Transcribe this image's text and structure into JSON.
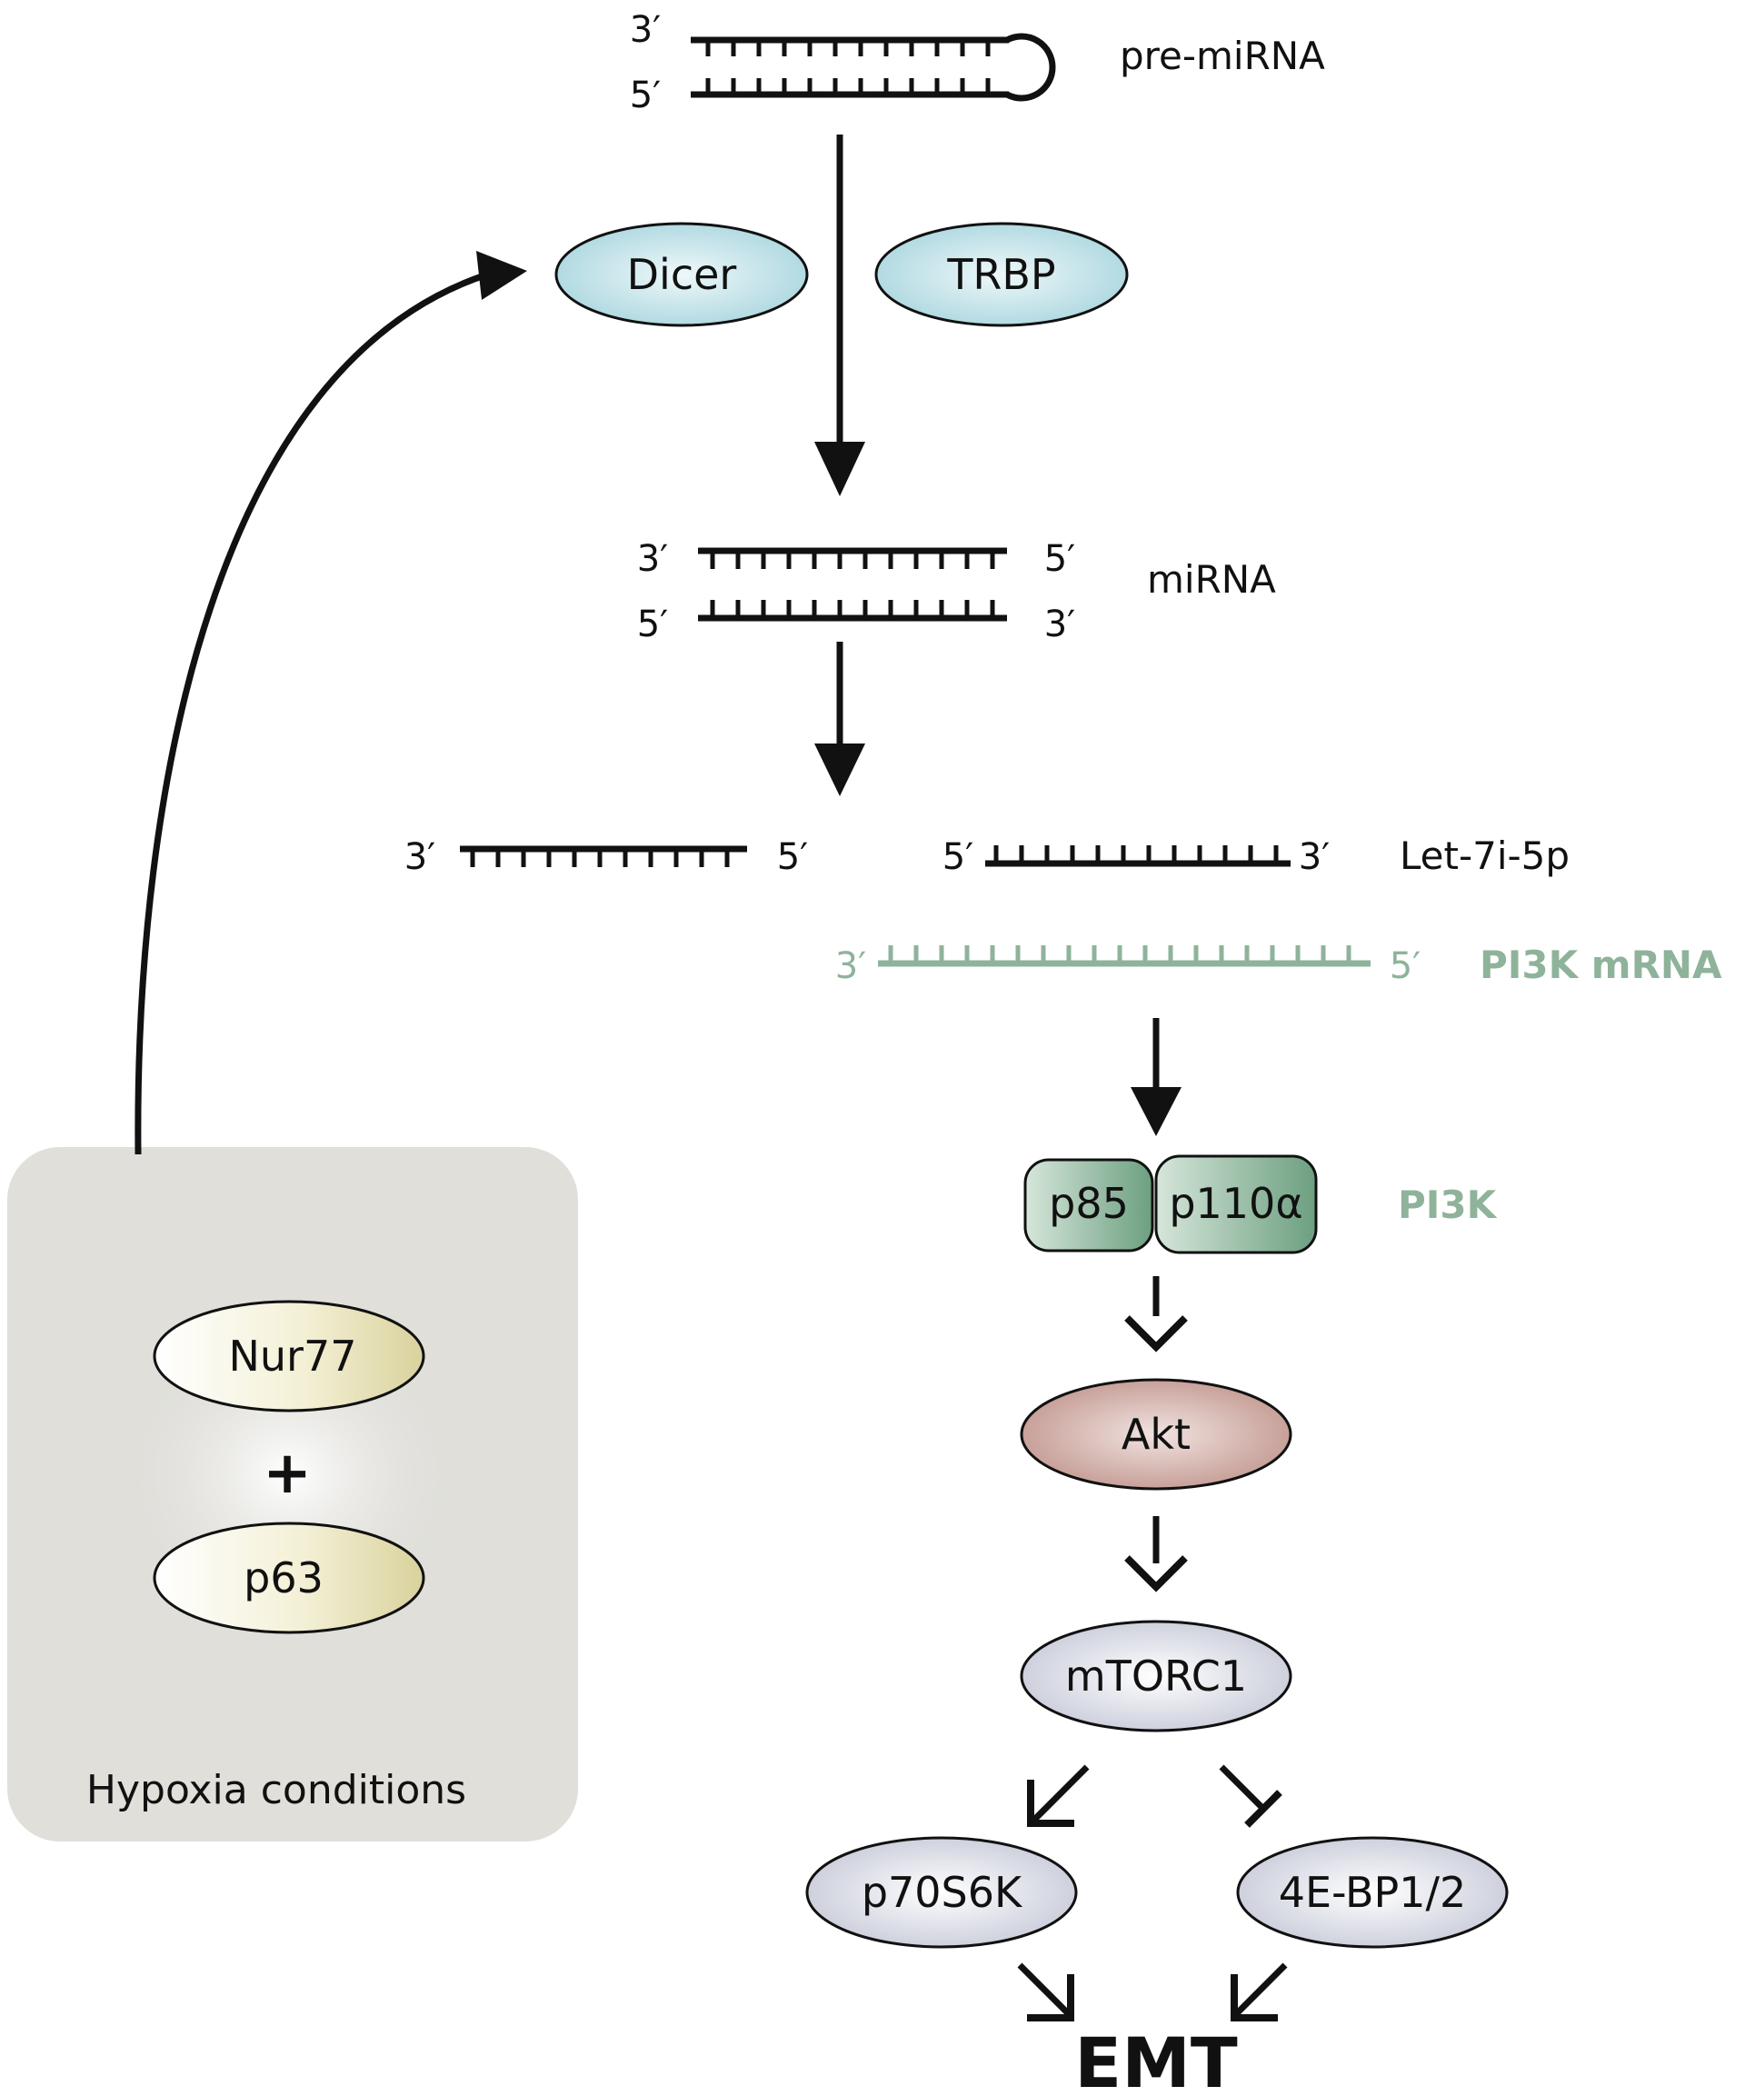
{
  "pre_mirna": {
    "end3": "3′",
    "end5": "5′",
    "label": "pre-miRNA"
  },
  "enzymes": {
    "dicer": "Dicer",
    "trbp": "TRBP"
  },
  "mirna": {
    "left_top": "3′",
    "left_bottom": "5′",
    "right_top": "5′",
    "right_bottom": "3′",
    "label": "miRNA"
  },
  "strands": {
    "left_3": "3′",
    "left_5": "5′",
    "right_5": "5′",
    "right_3": "3′",
    "label": "Let-7i-5p"
  },
  "pi3k_mrna": {
    "end3": "3′",
    "end5": "5′",
    "label": "PI3K mRNA"
  },
  "pi3k": {
    "p85": "p85",
    "p110": "p110α",
    "label": "PI3K"
  },
  "pathway": {
    "akt": "Akt",
    "mtorc1": "mTORC1",
    "p70s6k": "p70S6K",
    "bp": "4E-BP1/2",
    "emt": "EMT"
  },
  "hypoxia": {
    "nur77": "Nur77",
    "plus": "+",
    "p63": "p63",
    "label": "Hypoxia conditions"
  },
  "colors": {
    "ink": "#111111",
    "mrna_green": "#8fb39a",
    "enzyme_fill": "#a9d6de",
    "pi3k_fill": "#76a88a",
    "akt_fill": "#c49a93",
    "gray_node": "#c9ccd8",
    "yellow_node": "#e3ddb0",
    "panel_bg": "#e0dfda"
  }
}
